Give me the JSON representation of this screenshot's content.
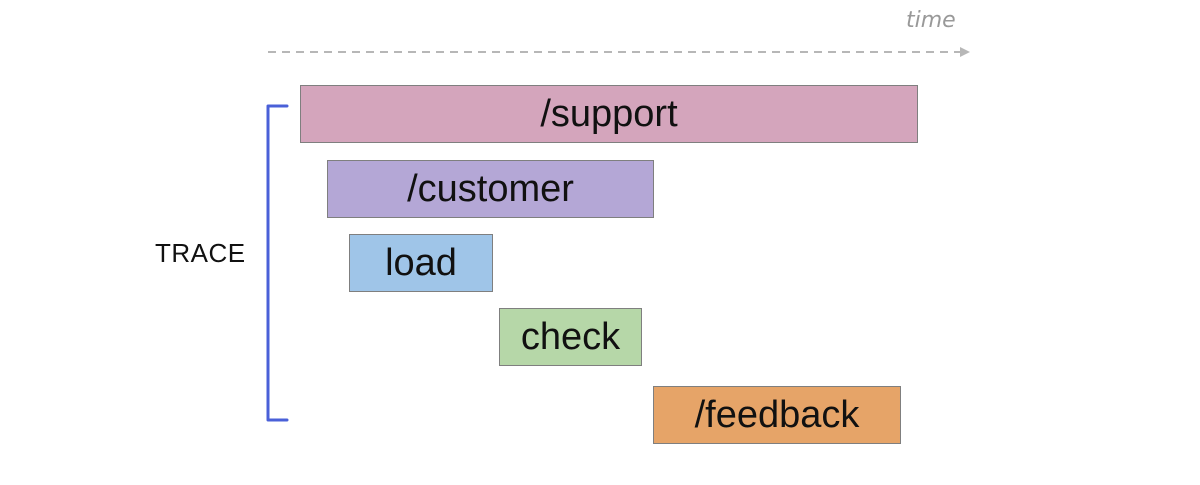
{
  "axis": {
    "label": "time"
  },
  "trace": {
    "label": "TRACE"
  },
  "spans": [
    {
      "label": "/support",
      "color": "#d4a5bc"
    },
    {
      "label": "/customer",
      "color": "#b4a7d6"
    },
    {
      "label": "load",
      "color": "#9fc5e8"
    },
    {
      "label": "check",
      "color": "#b6d7a8"
    },
    {
      "label": "/feedback",
      "color": "#e6a468"
    }
  ],
  "colors": {
    "bracket": "#4a60d8",
    "axis_arrow": "#b7b7b7",
    "time_label": "#999999"
  }
}
